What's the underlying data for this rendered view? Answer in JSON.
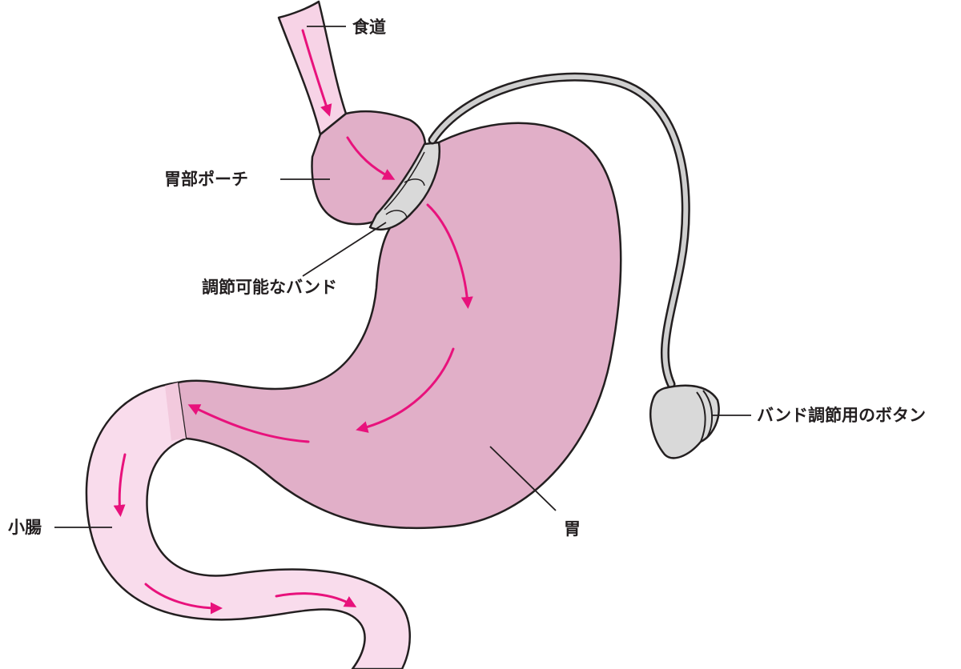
{
  "labels": {
    "esophagus": "食道",
    "gastric_pouch": "胃部ポーチ",
    "adjustable_band": "調節可能なバンド",
    "band_adjustment_port": "バンド調節用のボタン",
    "small_intestine": "小腸",
    "stomach": "胃"
  },
  "colors": {
    "stomach_fill": "#e1afc8",
    "intestine_fill": "#f9dcec",
    "esophagus_fill": "#f7d3e6",
    "outline": "#231f20",
    "arrow": "#e8127c",
    "band_fill": "#d9d9d9",
    "tube": "#c8c8c8"
  }
}
